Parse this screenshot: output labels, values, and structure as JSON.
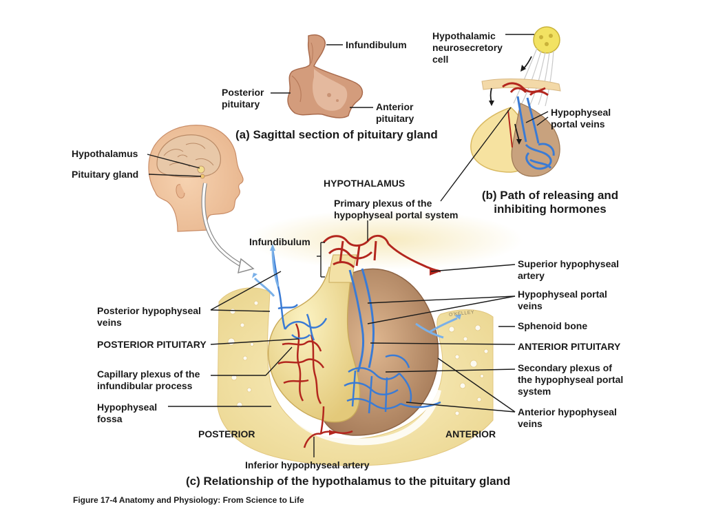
{
  "panel_a": {
    "caption": "(a) Sagittal section of pituitary gland",
    "labels": {
      "infundibulum": "Infundibulum",
      "posterior": "Posterior\npituitary",
      "anterior": "Anterior\npituitary"
    }
  },
  "panel_b": {
    "caption": "(b) Path of releasing and\ninhibiting hormones",
    "labels": {
      "neurosecretory": "Hypothalamic\nneurosecretory\ncell",
      "portal_veins": "Hypophyseal\nportal veins"
    }
  },
  "panel_c": {
    "caption": "(c) Relationship of the hypothalamus to the pituitary gland",
    "labels": {
      "hypothalamus_head": "Hypothalamus",
      "pituitary_gland": "Pituitary gland",
      "hypothalamus_caps": "HYPOTHALAMUS",
      "primary_plexus": "Primary plexus of the\nhypophyseal portal system",
      "infundibulum": "Infundibulum",
      "superior_artery": "Superior hypophyseal\nartery",
      "portal_veins": "Hypophyseal portal\nveins",
      "sphenoid": "Sphenoid bone",
      "anterior_pituitary": "ANTERIOR PITUITARY",
      "secondary_plexus": "Secondary plexus of\nthe hypophyseal portal\nsystem",
      "anterior_veins": "Anterior hypophyseal\nveins",
      "posterior_veins": "Posterior hypophyseal\nveins",
      "posterior_pituitary": "POSTERIOR PITUITARY",
      "capillary_plexus": "Capillary plexus of the\ninfundibular process",
      "fossa": "Hypophyseal\nfossa",
      "posterior": "POSTERIOR",
      "anterior": "ANTERIOR",
      "inferior_artery": "Inferior hypophyseal artery"
    },
    "artist_signature": "O'KELLEY"
  },
  "figure_credit": "Figure 17-4  Anatomy and Physiology: From Science to Life",
  "colors": {
    "text": "#1a1a1a",
    "artery": "#b3261e",
    "vein": "#3a7bd5",
    "gland_yellow": "#f0dc96",
    "anterior_tan": "#b88f6a",
    "bone": "#f1dfa6",
    "tissue": "#c98a66"
  }
}
